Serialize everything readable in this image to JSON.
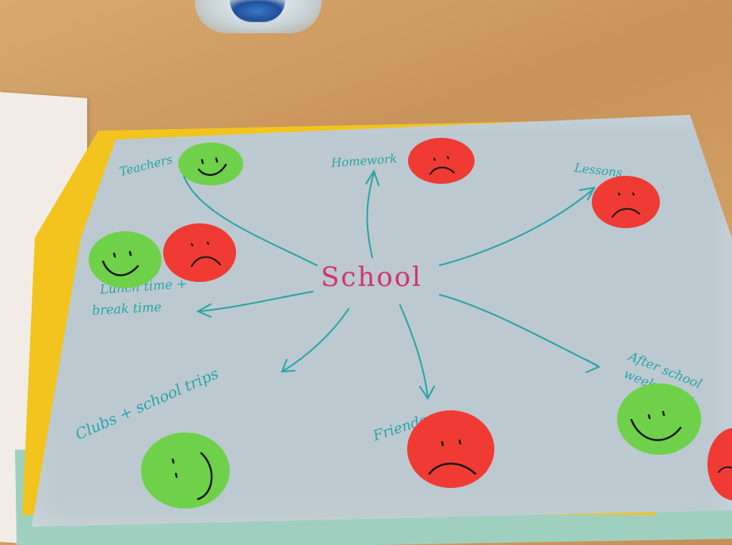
{
  "mindmap": {
    "center": "School",
    "branches": [
      {
        "label": "Teachers",
        "faces": [
          "happy"
        ]
      },
      {
        "label": "Homework",
        "faces": [
          "sad"
        ]
      },
      {
        "label": "Lessons",
        "faces": [
          "sad"
        ]
      },
      {
        "label": "Lunch time + break time",
        "line1": "Lunch time +",
        "line2": "break time",
        "faces": [
          "happy",
          "sad"
        ]
      },
      {
        "label": "After school weekends +",
        "line1": "After school",
        "line2": "weekends +",
        "faces": [
          "happy",
          "sad"
        ]
      },
      {
        "label": "Friends",
        "faces": [
          "sad"
        ]
      },
      {
        "label": "Clubs + school trips",
        "faces": [
          "happy"
        ]
      }
    ]
  },
  "colors": {
    "ink_teal": "#2aa3a9",
    "ink_pink": "#d0356e",
    "paper_blue": "#bcc9d0",
    "face_green": "#6ed149",
    "face_red": "#ef3b33",
    "card_yellow": "#f2c41d"
  }
}
